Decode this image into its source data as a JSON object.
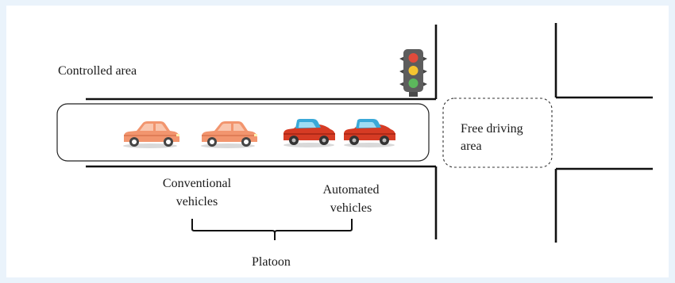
{
  "labels": {
    "controlled_area": "Controlled area",
    "free_driving_line1": "Free driving",
    "free_driving_line2": "area",
    "conventional_line1": "Conventional",
    "conventional_line2": "vehicles",
    "automated_line1": "Automated",
    "automated_line2": "vehicles",
    "platoon": "Platoon"
  },
  "vehicles": [
    {
      "type": "conventional",
      "color": "#f2956e"
    },
    {
      "type": "conventional",
      "color": "#f2956e"
    },
    {
      "type": "automated",
      "color": "#d63b24",
      "roof_color": "#3aa9d8"
    },
    {
      "type": "automated",
      "color": "#d63b24",
      "roof_color": "#3aa9d8"
    }
  ],
  "colors": {
    "background": "#eaf3fb",
    "road_lines": "#111111",
    "traffic_light_body": "#5d5d5d",
    "light_red": "#e04b3b",
    "light_yellow": "#f4c430",
    "light_green": "#5cb85c"
  },
  "icons": {
    "traffic_light": "traffic-light-icon",
    "conventional_car": "car-icon",
    "automated_car": "automated-car-icon"
  }
}
